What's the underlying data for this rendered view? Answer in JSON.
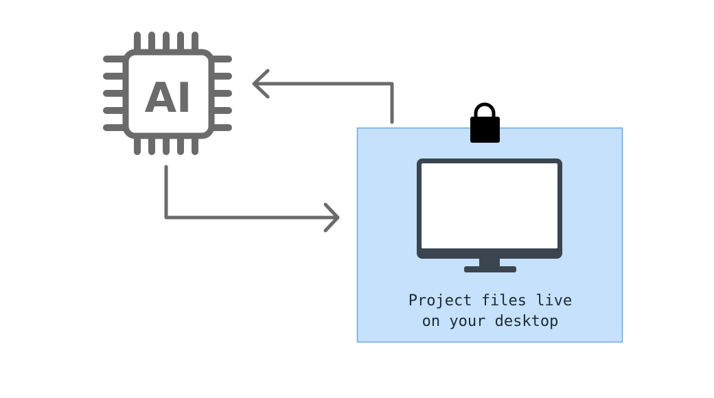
{
  "chip": {
    "label": "AI",
    "icon": "ai-chip-icon"
  },
  "desktop_box": {
    "caption_line1": "Project files live",
    "caption_line2": "on your desktop",
    "monitor_icon": "monitor-icon",
    "lock_icon": "padlock-icon"
  },
  "colors": {
    "chip_gray": "#6b6b6b",
    "arrow_gray": "#6b6b6b",
    "box_fill": "#c5e1fb",
    "box_border": "#6aa8e4",
    "monitor_dark": "#3a4550",
    "monitor_screen": "#ffffff",
    "lock_black": "#000000",
    "caption_text": "#1e2a36"
  }
}
